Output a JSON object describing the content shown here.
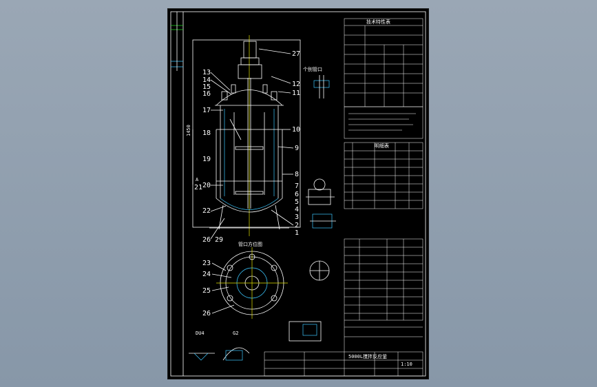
{
  "drawing": {
    "views": {
      "nozzle_orientation_title": "管口方位图",
      "detail_g2": "G2",
      "detail_du4": "DU4",
      "detail_misc": "个别管口",
      "side_mark": "A"
    },
    "balloons_left": [
      "13",
      "14",
      "15",
      "16",
      "17",
      "18",
      "19",
      "20",
      "21",
      "22",
      "26",
      "29"
    ],
    "balloons_right": [
      "27",
      "12",
      "11",
      "10",
      "9",
      "8",
      "7",
      "6",
      "5",
      "4",
      "3",
      "2",
      "1"
    ],
    "balloons_plan": [
      "23",
      "24",
      "25",
      "26"
    ],
    "dimension_mark": "1450",
    "tech_notes_title": "技术特性表",
    "parts_title": "明细表",
    "title_block": {
      "name": "5000L搅拌反应釜",
      "scale": "1:10"
    }
  },
  "colors": {
    "background_top": "#9aa7b5",
    "sheet": "#000000",
    "line": "#ffffff",
    "hatch": "#3cc7ff",
    "highlight": "#e6e600",
    "frame_accent": "#22dd22"
  }
}
